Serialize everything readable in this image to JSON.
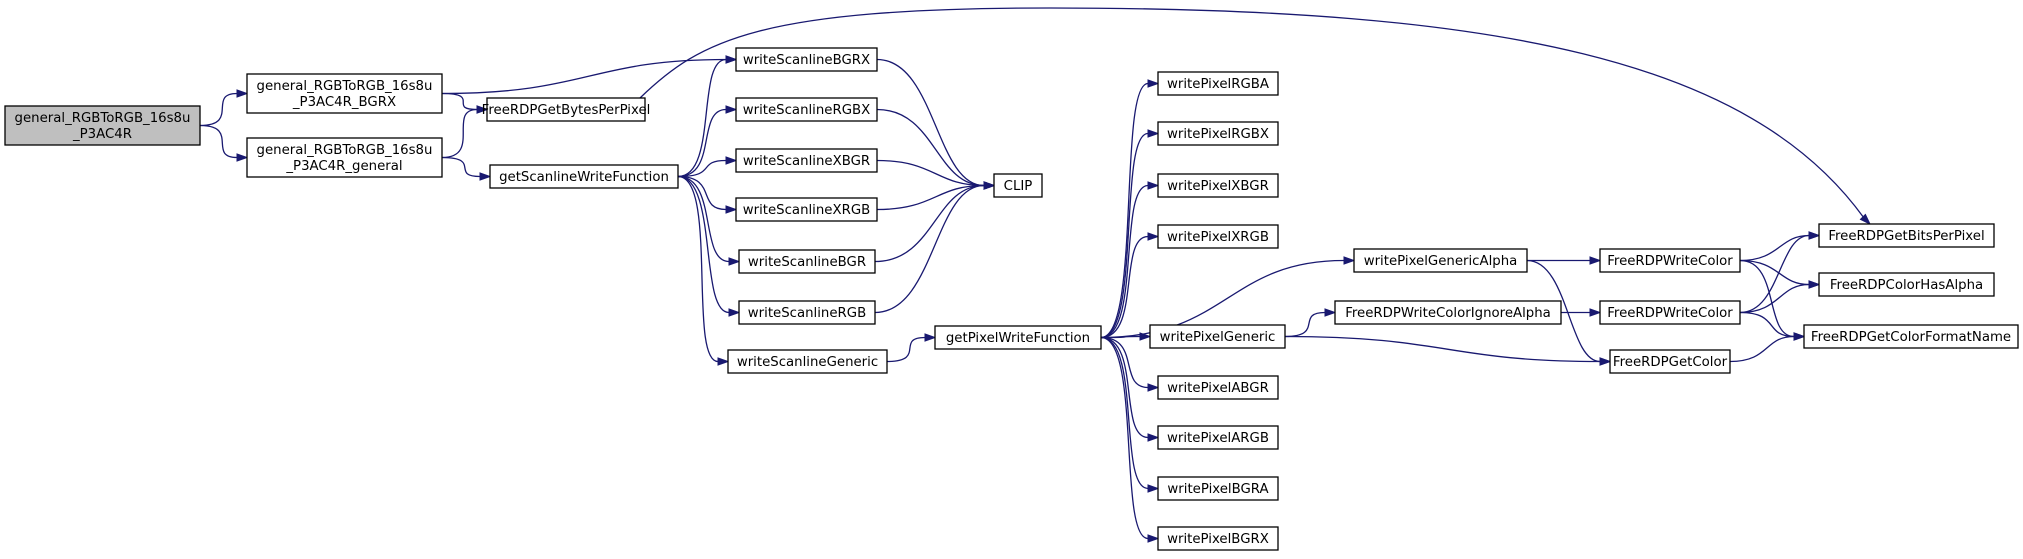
{
  "graph": {
    "nodes": [
      {
        "id": "root",
        "lines": [
          "general_RGBToRGB_16s8u",
          "_P3AC4R"
        ],
        "highlight": true
      },
      {
        "id": "bgrx_fn",
        "lines": [
          "general_RGBToRGB_16s8u",
          "_P3AC4R_BGRX"
        ]
      },
      {
        "id": "general_fn",
        "lines": [
          "general_RGBToRGB_16s8u",
          "_P3AC4R_general"
        ]
      },
      {
        "id": "getbytes",
        "lines": [
          "FreeRDPGetBytesPerPixel"
        ]
      },
      {
        "id": "getscanline",
        "lines": [
          "getScanlineWriteFunction"
        ]
      },
      {
        "id": "ws_bgrx",
        "lines": [
          "writeScanlineBGRX"
        ]
      },
      {
        "id": "ws_rgbx",
        "lines": [
          "writeScanlineRGBX"
        ]
      },
      {
        "id": "ws_xbgr",
        "lines": [
          "writeScanlineXBGR"
        ]
      },
      {
        "id": "ws_xrgb",
        "lines": [
          "writeScanlineXRGB"
        ]
      },
      {
        "id": "ws_bgr",
        "lines": [
          "writeScanlineBGR"
        ]
      },
      {
        "id": "ws_rgb",
        "lines": [
          "writeScanlineRGB"
        ]
      },
      {
        "id": "ws_generic",
        "lines": [
          "writeScanlineGeneric"
        ]
      },
      {
        "id": "clip",
        "lines": [
          "CLIP"
        ]
      },
      {
        "id": "getpixel",
        "lines": [
          "getPixelWriteFunction"
        ]
      },
      {
        "id": "wp_rgba",
        "lines": [
          "writePixelRGBA"
        ]
      },
      {
        "id": "wp_rgbx",
        "lines": [
          "writePixelRGBX"
        ]
      },
      {
        "id": "wp_xbgr",
        "lines": [
          "writePixelXBGR"
        ]
      },
      {
        "id": "wp_xrgb",
        "lines": [
          "writePixelXRGB"
        ]
      },
      {
        "id": "wp_generic",
        "lines": [
          "writePixelGeneric"
        ]
      },
      {
        "id": "wp_abgr",
        "lines": [
          "writePixelABGR"
        ]
      },
      {
        "id": "wp_argb",
        "lines": [
          "writePixelARGB"
        ]
      },
      {
        "id": "wp_bgra",
        "lines": [
          "writePixelBGRA"
        ]
      },
      {
        "id": "wp_bgrx",
        "lines": [
          "writePixelBGRX"
        ]
      },
      {
        "id": "wp_genalpha",
        "lines": [
          "writePixelGenericAlpha"
        ]
      },
      {
        "id": "wc_ignore",
        "lines": [
          "FreeRDPWriteColorIgnoreAlpha"
        ]
      },
      {
        "id": "wc1",
        "lines": [
          "FreeRDPWriteColor"
        ]
      },
      {
        "id": "wc2",
        "lines": [
          "FreeRDPWriteColor"
        ]
      },
      {
        "id": "getcolor",
        "lines": [
          "FreeRDPGetColor"
        ]
      },
      {
        "id": "getbits",
        "lines": [
          "FreeRDPGetBitsPerPixel"
        ]
      },
      {
        "id": "hasalpha",
        "lines": [
          "FreeRDPColorHasAlpha"
        ]
      },
      {
        "id": "fmtname",
        "lines": [
          "FreeRDPGetColorFormatName"
        ]
      }
    ],
    "edges": [
      [
        "root",
        "bgrx_fn"
      ],
      [
        "root",
        "general_fn"
      ],
      [
        "bgrx_fn",
        "getbytes"
      ],
      [
        "bgrx_fn",
        "ws_bgrx"
      ],
      [
        "general_fn",
        "getbytes"
      ],
      [
        "general_fn",
        "getscanline"
      ],
      [
        "getbytes",
        "getbits"
      ],
      [
        "getscanline",
        "ws_bgrx"
      ],
      [
        "getscanline",
        "ws_rgbx"
      ],
      [
        "getscanline",
        "ws_xbgr"
      ],
      [
        "getscanline",
        "ws_xrgb"
      ],
      [
        "getscanline",
        "ws_bgr"
      ],
      [
        "getscanline",
        "ws_rgb"
      ],
      [
        "getscanline",
        "ws_generic"
      ],
      [
        "ws_bgrx",
        "clip"
      ],
      [
        "ws_rgbx",
        "clip"
      ],
      [
        "ws_xbgr",
        "clip"
      ],
      [
        "ws_xrgb",
        "clip"
      ],
      [
        "ws_bgr",
        "clip"
      ],
      [
        "ws_rgb",
        "clip"
      ],
      [
        "ws_generic",
        "getpixel"
      ],
      [
        "getpixel",
        "wp_rgba"
      ],
      [
        "getpixel",
        "wp_rgbx"
      ],
      [
        "getpixel",
        "wp_xbgr"
      ],
      [
        "getpixel",
        "wp_xrgb"
      ],
      [
        "getpixel",
        "wp_generic"
      ],
      [
        "getpixel",
        "wp_abgr"
      ],
      [
        "getpixel",
        "wp_argb"
      ],
      [
        "getpixel",
        "wp_bgra"
      ],
      [
        "getpixel",
        "wp_bgrx"
      ],
      [
        "getpixel",
        "wp_genalpha"
      ],
      [
        "wp_genalpha",
        "wc1"
      ],
      [
        "wp_genalpha",
        "getcolor"
      ],
      [
        "wp_generic",
        "wc_ignore"
      ],
      [
        "wp_generic",
        "getcolor"
      ],
      [
        "wc_ignore",
        "wc2"
      ],
      [
        "wc1",
        "getbits"
      ],
      [
        "wc1",
        "hasalpha"
      ],
      [
        "wc1",
        "fmtname"
      ],
      [
        "wc2",
        "getbits"
      ],
      [
        "wc2",
        "hasalpha"
      ],
      [
        "wc2",
        "fmtname"
      ],
      [
        "getcolor",
        "fmtname"
      ]
    ]
  }
}
